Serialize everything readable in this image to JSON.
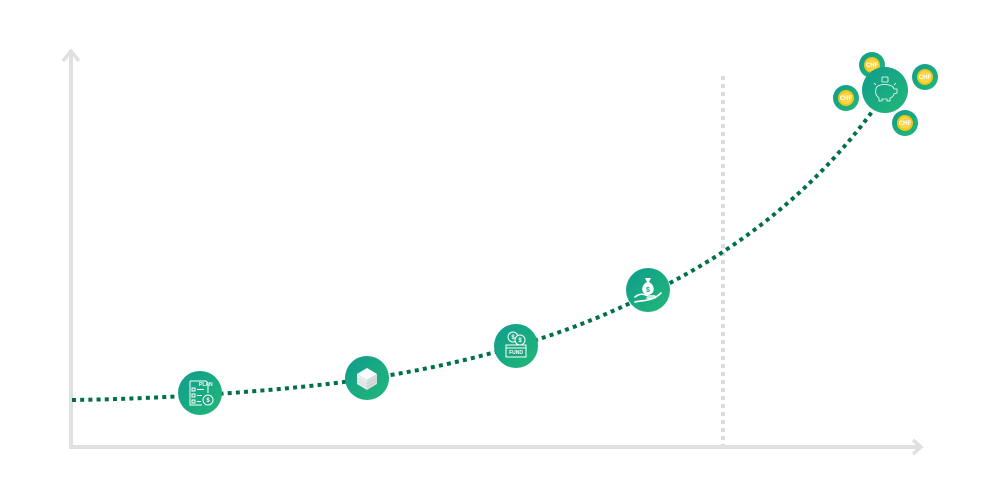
{
  "diagram": {
    "type": "growth-curve",
    "axes": {
      "x_axis": "time-axis",
      "y_axis": "value-axis",
      "color": "#e0e0e0"
    },
    "divider": {
      "style": "dotted",
      "color": "#dcdcdc"
    },
    "curve": {
      "style": "dotted",
      "color": "#00704a"
    },
    "milestones": [
      {
        "id": "plan",
        "icon": "plan-document-icon",
        "label": "PLAN"
      },
      {
        "id": "documents",
        "icon": "paper-stack-icon",
        "label": ""
      },
      {
        "id": "fund",
        "icon": "fund-box-icon",
        "label": "FUND"
      },
      {
        "id": "investment",
        "icon": "money-bag-hand-icon",
        "label": ""
      },
      {
        "id": "savings",
        "icon": "piggy-bank-icon",
        "label": ""
      }
    ],
    "coins": [
      {
        "label": "CHF"
      },
      {
        "label": "CHF"
      },
      {
        "label": "CHF"
      },
      {
        "label": "CHF"
      }
    ],
    "colors": {
      "circle_start": "#13a88a",
      "circle_end": "#1fb37a",
      "coin_ring": "#1aa67f",
      "coin_face": "#f5c518",
      "coin_inner": "#f9d648"
    }
  }
}
